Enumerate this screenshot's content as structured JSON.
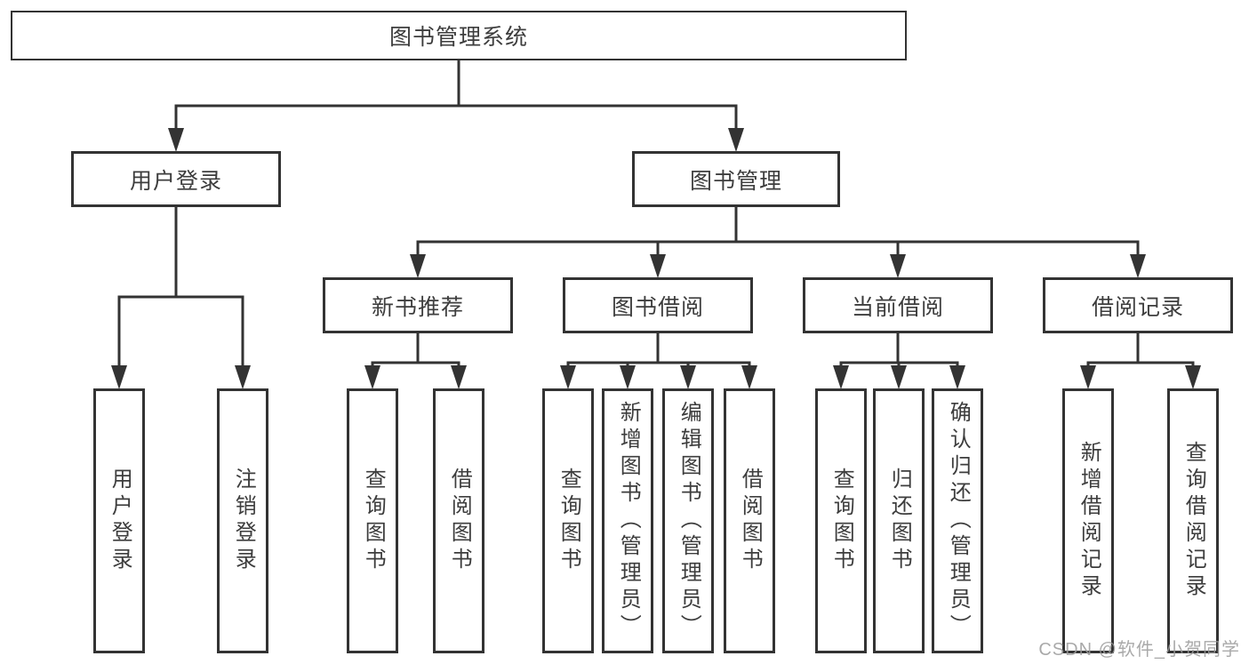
{
  "diagram": {
    "root": {
      "label": "图书管理系统"
    },
    "branches": [
      {
        "label": "用户登录",
        "children": [
          {
            "label": "用户登录"
          },
          {
            "label": "注销登录"
          }
        ]
      },
      {
        "label": "图书管理",
        "children": [
          {
            "label": "新书推荐",
            "children": [
              {
                "label": "查询图书"
              },
              {
                "label": "借阅图书"
              }
            ]
          },
          {
            "label": "图书借阅",
            "children": [
              {
                "label": "查询图书"
              },
              {
                "label": "新增图书（管理员）"
              },
              {
                "label": "编辑图书（管理员）"
              },
              {
                "label": "借阅图书"
              }
            ]
          },
          {
            "label": "当前借阅",
            "children": [
              {
                "label": "查询图书"
              },
              {
                "label": "归还图书"
              },
              {
                "label": "确认归还（管理员）"
              }
            ]
          },
          {
            "label": "借阅记录",
            "children": [
              {
                "label": "新增借阅记录"
              },
              {
                "label": "查询借阅记录"
              }
            ]
          }
        ]
      }
    ],
    "watermark": "CSDN @软件_小贺同学",
    "colors": {
      "line": "#333333",
      "box_border": "#333333",
      "box_fill": "#ffffff",
      "text": "#3d3d3d",
      "watermark": "#9b9b9b"
    }
  }
}
